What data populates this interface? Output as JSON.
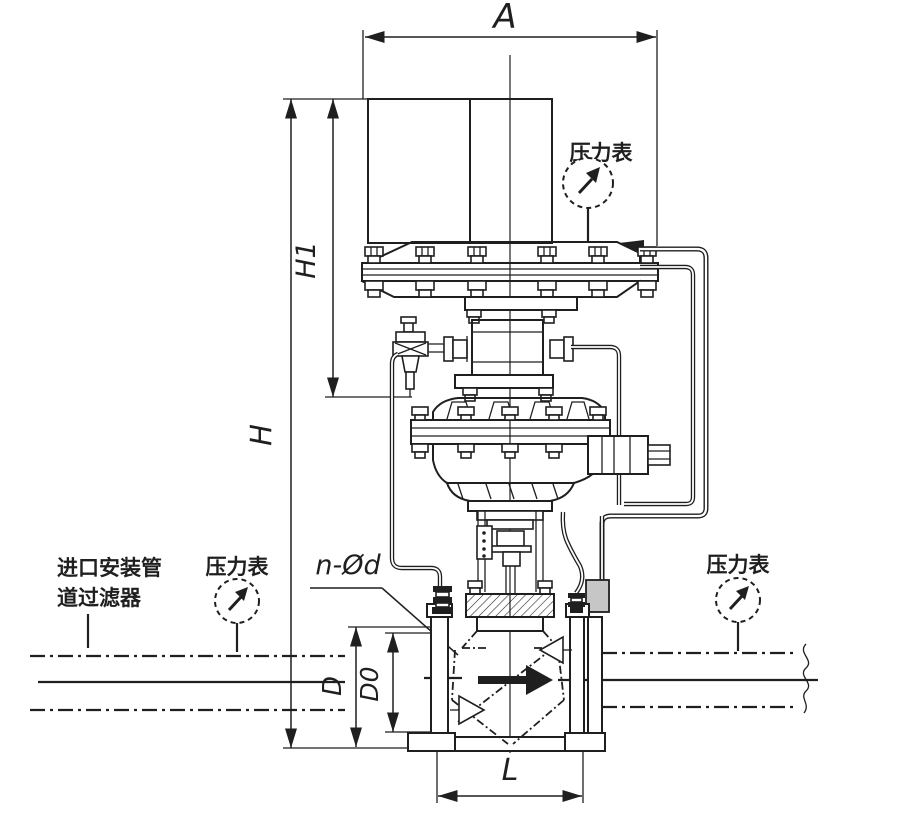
{
  "drawing": {
    "dims": {
      "A": "A",
      "H1": "H1",
      "H": "H",
      "n_od": "n-Ød",
      "D": "D",
      "D0": "D0",
      "L": "L"
    },
    "labels": {
      "pressure_gauge": "压力表",
      "inlet_filter_line1": "进口安装管",
      "inlet_filter_line2": "道过滤器"
    },
    "colors": {
      "line": "#1f1f1f",
      "background": "#ffffff",
      "fitting_fill": "#c6c6c6"
    }
  }
}
